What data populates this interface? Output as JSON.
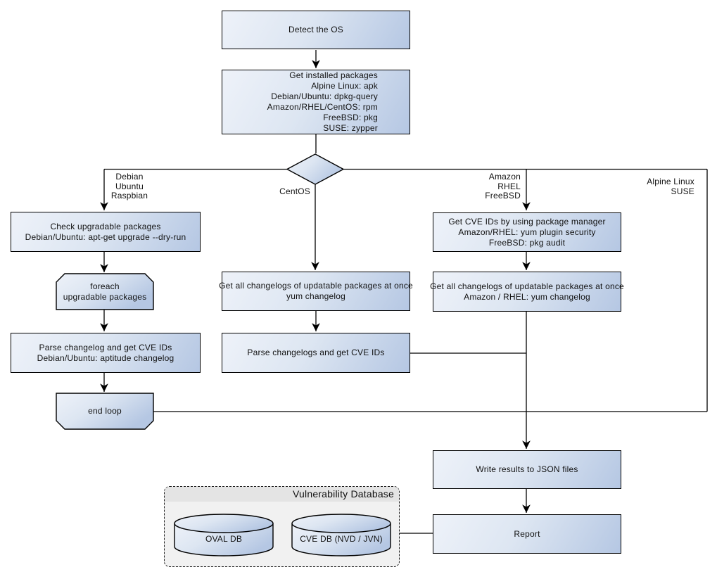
{
  "palette": {
    "node_fill_light": "#eef2f9",
    "node_fill_dark": "#b5c7e3",
    "node_border": "#000000",
    "edge_color": "#000000",
    "db_body_fill": "#f1f1f1",
    "db_header_fill": "#e4e4e4",
    "background": "#ffffff"
  },
  "nodes": {
    "detect_os": {
      "label": "Detect the OS"
    },
    "get_installed": {
      "lines": [
        "Get installed packages",
        "Alpine Linux: apk",
        "Debian/Ubuntu: dpkg-query",
        "Amazon/RHEL/CentOS: rpm",
        "FreeBSD: pkg",
        "SUSE: zypper"
      ]
    },
    "check_upgradable": {
      "lines": [
        "Check upgradable packages",
        "Debian/Ubuntu: apt-get upgrade --dry-run"
      ]
    },
    "foreach_loop": {
      "lines": [
        "foreach",
        "upgradable  packages"
      ]
    },
    "parse_changelog_left": {
      "lines": [
        "Parse changelog and get  CVE IDs",
        "Debian/Ubuntu: aptitude changelog"
      ]
    },
    "end_loop": {
      "label": "end loop"
    },
    "get_changelogs_centos": {
      "lines": [
        "Get all changelogs of updatable packages at once",
        "yum changelog"
      ]
    },
    "parse_changelogs_centos": {
      "label": "Parse changelogs and get CVE IDs"
    },
    "get_cve_ids_pkg_mgr": {
      "lines": [
        "Get CVE IDs by using package manager",
        "Amazon/RHEL: yum plugin security",
        "FreeBSD: pkg audit"
      ]
    },
    "get_changelogs_amazon": {
      "lines": [
        "Get all changelogs of updatable packages at once",
        "Amazon / RHEL: yum changelog"
      ]
    },
    "write_results": {
      "label": "Write results to JSON files"
    },
    "report": {
      "label": "Report"
    }
  },
  "branch_labels": {
    "debian": {
      "lines": [
        "Debian",
        "Ubuntu",
        "Raspbian"
      ]
    },
    "centos": {
      "label": "CentOS"
    },
    "amazon": {
      "lines": [
        "Amazon",
        "RHEL",
        "FreeBSD"
      ]
    },
    "alpine": {
      "lines": [
        "Alpine Linux",
        "SUSE"
      ]
    }
  },
  "vulnerability_database": {
    "title": "Vulnerability Database",
    "cylinders": {
      "oval": "OVAL DB",
      "cve": "CVE DB (NVD / JVN)"
    }
  }
}
